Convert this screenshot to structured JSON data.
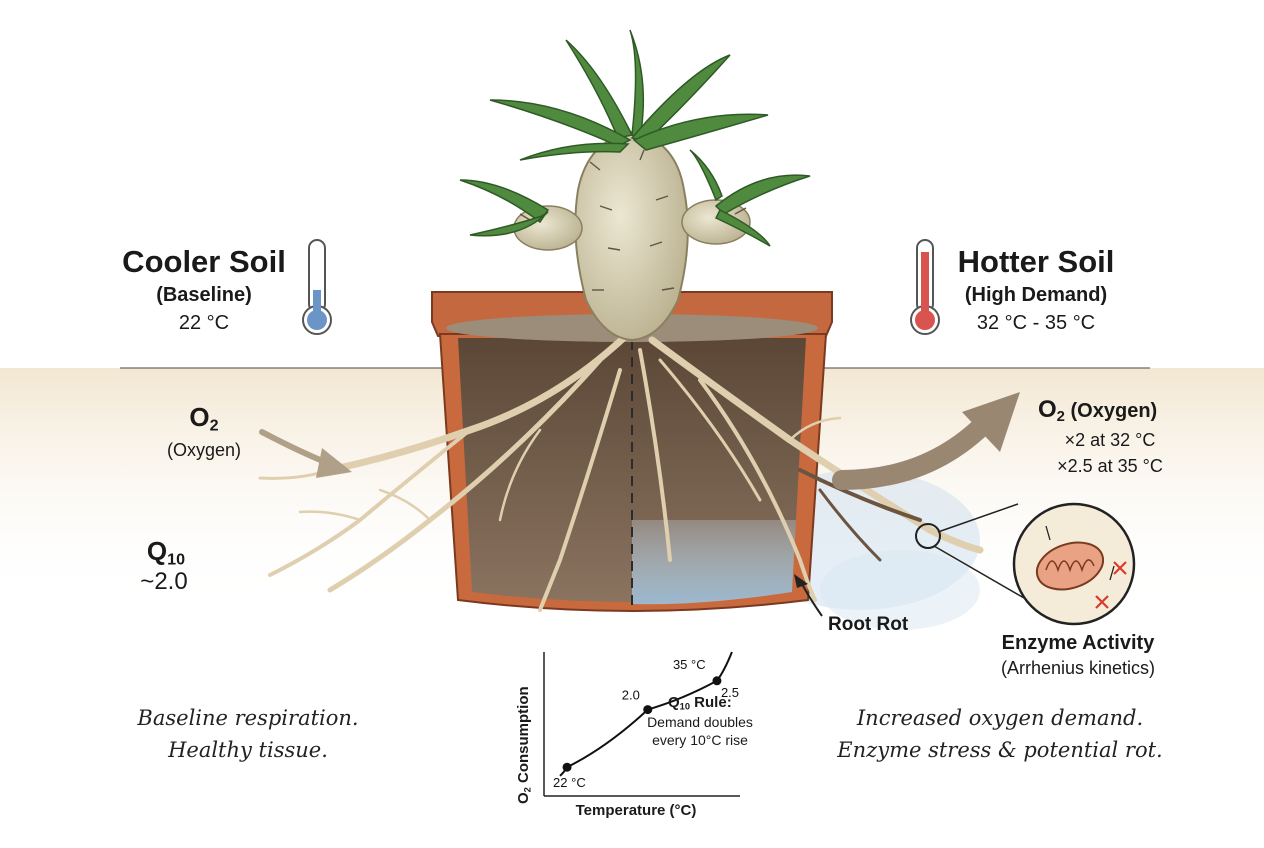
{
  "left_panel": {
    "title": "Cooler Soil",
    "subtitle": "(Baseline)",
    "temperature": "22 °C",
    "o2_label": "O",
    "o2_sub": "2",
    "o2_desc": "(Oxygen)",
    "q10_label": "Q",
    "q10_sub": "10",
    "q10_value": "~2.0",
    "note_line1": "Baseline respiration.",
    "note_line2": "Healthy tissue."
  },
  "right_panel": {
    "title": "Hotter Soil",
    "subtitle": "(High Demand)",
    "temperature": "32 °C - 35 °C",
    "o2_label": "O",
    "o2_sub": "2",
    "o2_desc": " (Oxygen)",
    "o2_line1": "×2 at 32 °C",
    "o2_line2": "×2.5 at 35 °C",
    "root_rot": "Root Rot",
    "enzyme_title": "Enzyme Activity",
    "enzyme_desc": "(Arrhenius kinetics)",
    "note_line1": "Increased oxygen demand.",
    "note_line2": "Enzyme stress & potential rot."
  },
  "colors": {
    "cool_thermometer": "#6b95c7",
    "hot_thermometer": "#d9534f",
    "pot": "#c8683e",
    "soil": "#6e5540",
    "leaf": "#4f8a3f",
    "caudex": "#cfc8a8",
    "root": "#e2d2b0",
    "water": "#a9c9e2",
    "arrow": "#b0a088"
  },
  "icons": [
    "thermometer-cool-icon",
    "thermometer-hot-icon",
    "mitochondrion-icon",
    "oxygen-arrow-icon"
  ],
  "chart_data": {
    "type": "line",
    "xlabel": "Temperature (°C)",
    "ylabel_main": "O",
    "ylabel_sub": "2",
    "ylabel_rest": " Consumption",
    "points": [
      {
        "x": 22,
        "y": 1.0,
        "label": "22 °C"
      },
      {
        "x": 29,
        "y": 2.0,
        "label": "2.0"
      },
      {
        "x": 35,
        "y": 2.5,
        "label": "2.5",
        "top_label": "35 °C"
      }
    ],
    "rule_title_main": "Q",
    "rule_title_sub": "10",
    "rule_title_rest": " Rule:",
    "rule_line1": "Demand doubles",
    "rule_line2": "every 10°C rise",
    "grid": false
  }
}
